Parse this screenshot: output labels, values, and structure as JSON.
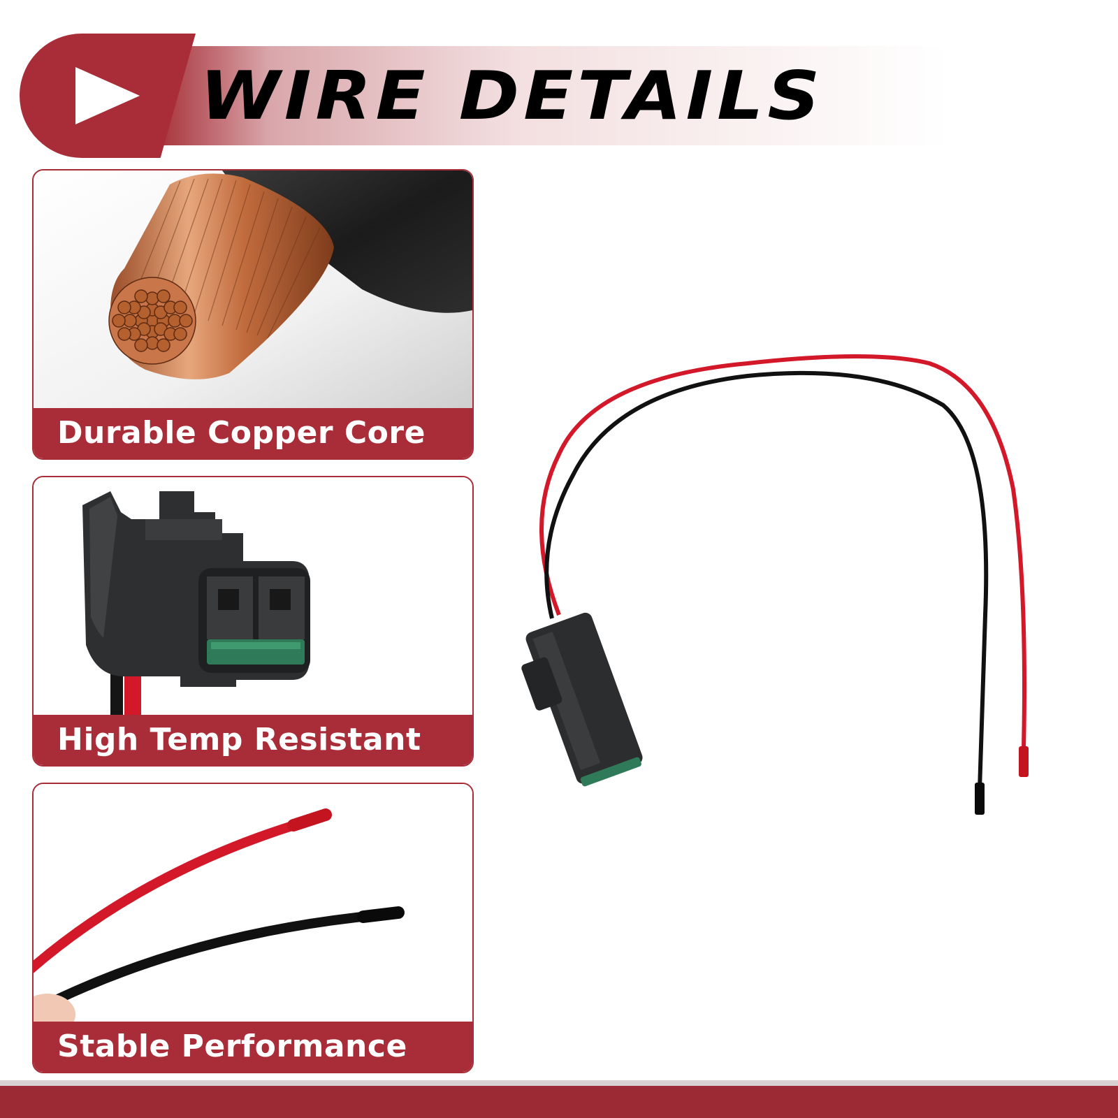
{
  "banner": {
    "title": "WIRE DETAILS",
    "icon": "play-icon",
    "accent_color": "#a92d38"
  },
  "features": [
    {
      "label": "Durable Copper Core",
      "image": "copper-core-image"
    },
    {
      "label": "High Temp Resistant",
      "image": "connector-closeup-image"
    },
    {
      "label": "Stable Performance",
      "image": "wire-ends-image"
    }
  ],
  "product": {
    "image": "wire-harness-image",
    "wire_colors": [
      "#d3182a",
      "#111111"
    ]
  }
}
